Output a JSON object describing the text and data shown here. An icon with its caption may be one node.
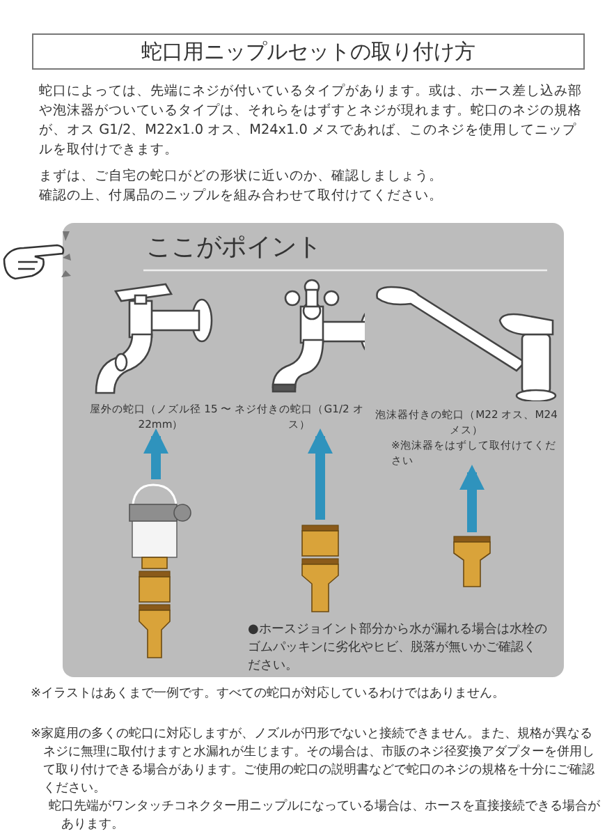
{
  "diagram": {
    "title": "蛇口用ニップルセットの取り付け方",
    "nodes": [
      {
        "text": [
          "ここがポイント"
        ]
      },
      {
        "text": [],
        "shape": "picture",
        "in": 0,
        "beside": [
          "屋外の蛇口（ノズル径 15 〜 22mm）"
        ]
      },
      {
        "text": [],
        "shape": "picture",
        "in": 0,
        "beside": [
          "ネジ付きの蛇口（G1/2 オス）"
        ]
      },
      {
        "text": [],
        "shape": "picture",
        "in": 0,
        "beside": [
          "泡沫器付きの蛇口（M22 オス、M24 メス）",
          "※泡沫器をはずして取付けてください"
        ]
      },
      {
        "text": [],
        "shape": "picture",
        "in": 0
      },
      {
        "text": [],
        "shape": "picture",
        "in": 0
      },
      {
        "text": [],
        "shape": "picture",
        "in": 0
      }
    ],
    "edges": [
      {
        "from": 4,
        "to": 1,
        "arrow": "to"
      },
      {
        "from": 5,
        "to": 2,
        "arrow": "to"
      },
      {
        "from": 6,
        "to": 3,
        "arrow": "to"
      }
    ],
    "labels": [
      "蛇口によっては、先端にネジが付いているタイプがあります。或は、ホース差し込み部や泡沫器がついているタイプは、それらをはずすとネジが現れます。蛇口のネジの規格が、オス G1/2、M22x1.0 オス、M24x1.0 メスであれば、このネジを使用してニップルを取付けできます。",
      "まずは、ご自宅の蛇口がどの形状に近いのか、確認しましょう。",
      "確認の上、付属品のニップルを組み合わせて取付けてください。",
      "●ホースジョイント部分から水が漏れる場合は水栓のゴムパッキンに劣化やヒビ、脱落が無いかご確認ください。",
      "※イラストはあくまで一例です。すべての蛇口が対応しているわけではありません。",
      "※家庭用の多くの蛇口に対応しますが、ノズルが円形でないと接続できません。また、規格が異なるネジに無理に取付けますと水漏れが生じます。その場合は、市販のネジ径変換アダプターを併用して取り付けできる場合があります。ご使用の蛇口の説明書などで蛇口のネジの規格を十分にご確認ください。",
      "蛇口先端がワンタッチコネクター用ニップルになっている場合は、ホースを直接接続できる場合があります。"
    ]
  }
}
